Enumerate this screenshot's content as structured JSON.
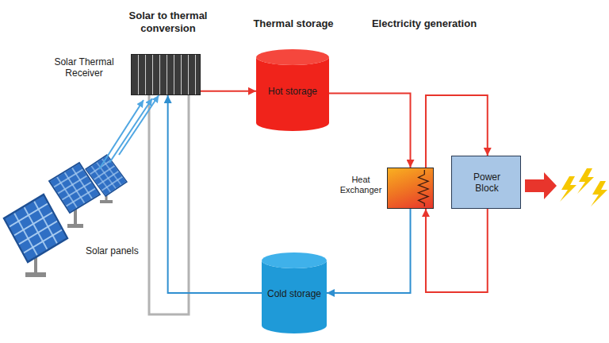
{
  "diagram": {
    "nodes": [
      {
        "text": [
          "Solar Thermal Receiver"
        ]
      },
      {
        "text": [
          "Hot storage"
        ]
      },
      {
        "text": [
          "Heat Exchanger"
        ]
      },
      {
        "text": [
          "Power Block"
        ]
      },
      {
        "text": [
          "Cold storage"
        ]
      },
      {
        "text": [
          "Solar panels"
        ]
      }
    ],
    "edges": [
      {
        "from": 5,
        "to": 0,
        "arrow": "to"
      },
      {
        "from": 0,
        "to": 1,
        "arrow": "to"
      },
      {
        "from": 1,
        "to": 2,
        "arrow": "to"
      },
      {
        "from": 2,
        "to": 3,
        "arrow": "to"
      },
      {
        "from": 3,
        "to": 2,
        "arrow": "to"
      },
      {
        "from": 2,
        "to": 4,
        "arrow": "to"
      },
      {
        "from": 4,
        "to": 0,
        "arrow": "to"
      }
    ],
    "labels": [
      "Solar to thermal conversion",
      "Thermal storage",
      "Electricity generation"
    ]
  }
}
